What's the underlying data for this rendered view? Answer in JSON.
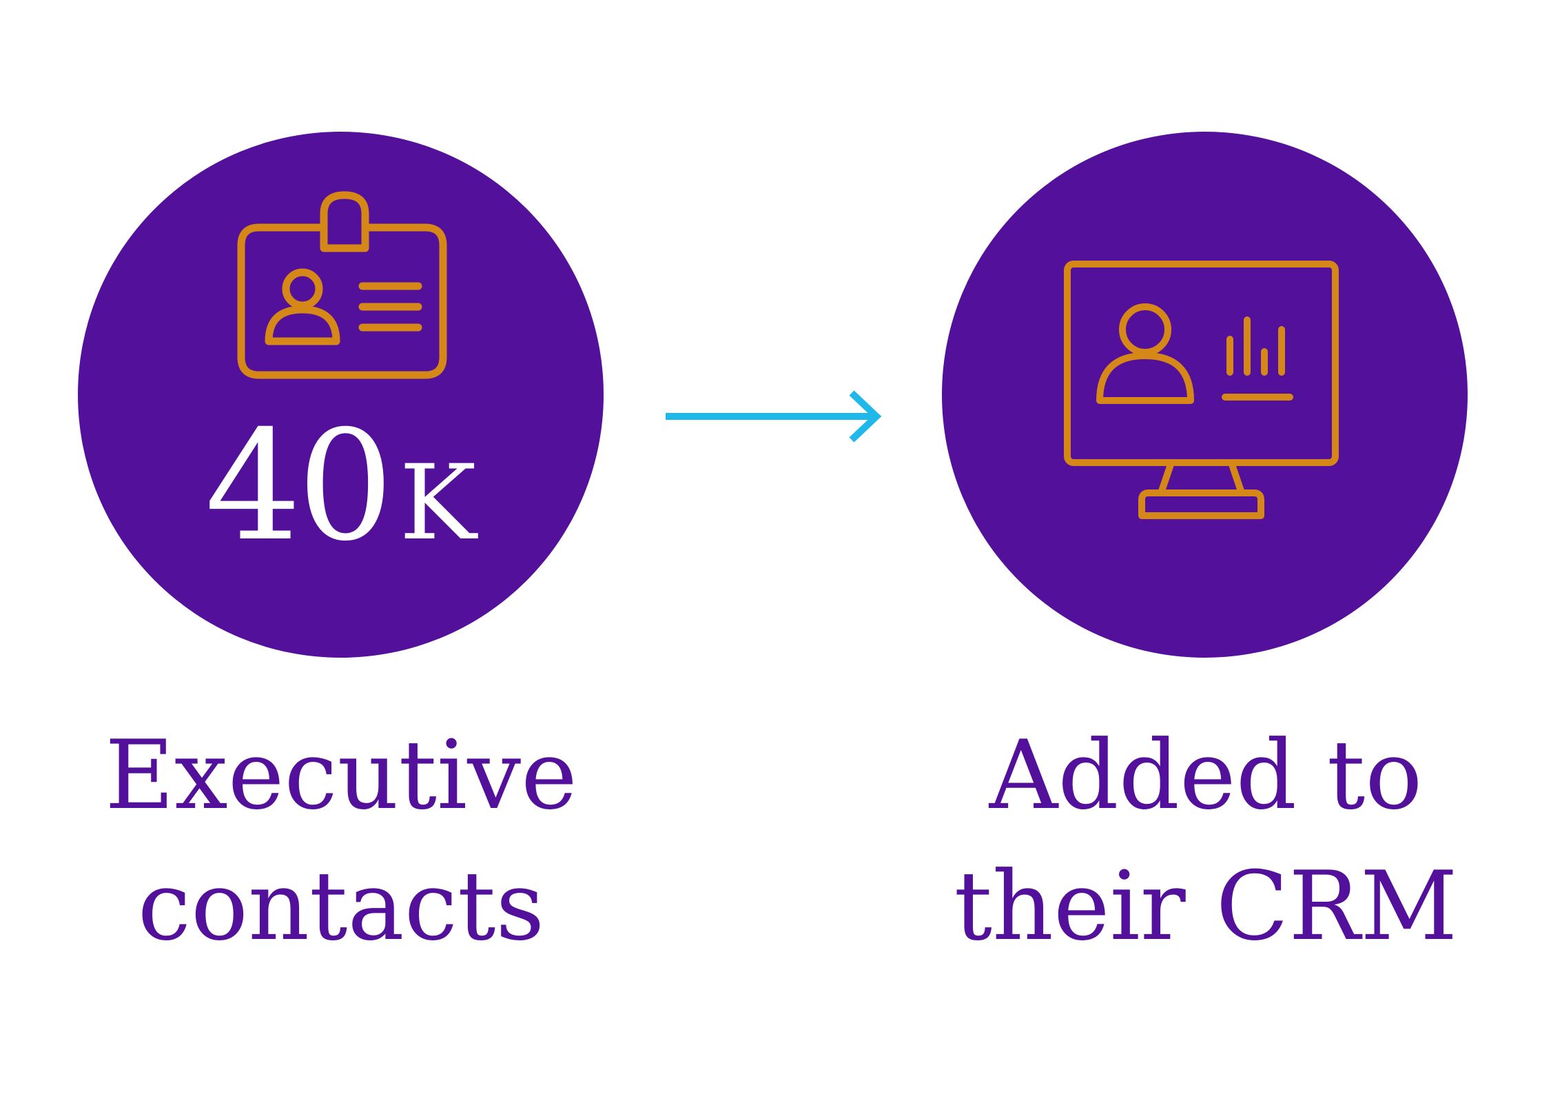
{
  "colors": {
    "circle_fill": "#53109a",
    "icon_stroke": "#d58817",
    "arrow": "#1fb8ea",
    "label_text": "#53109a",
    "stat_text": "#ffffff"
  },
  "left": {
    "icon": "id-badge-icon",
    "stat_value": "40",
    "stat_suffix": "K",
    "label_line1": "Executive",
    "label_line2": "contacts"
  },
  "connector": {
    "icon": "arrow-right-icon"
  },
  "right": {
    "icon": "monitor-user-chart-icon",
    "label_line1": "Added to",
    "label_line2": "their CRM"
  }
}
